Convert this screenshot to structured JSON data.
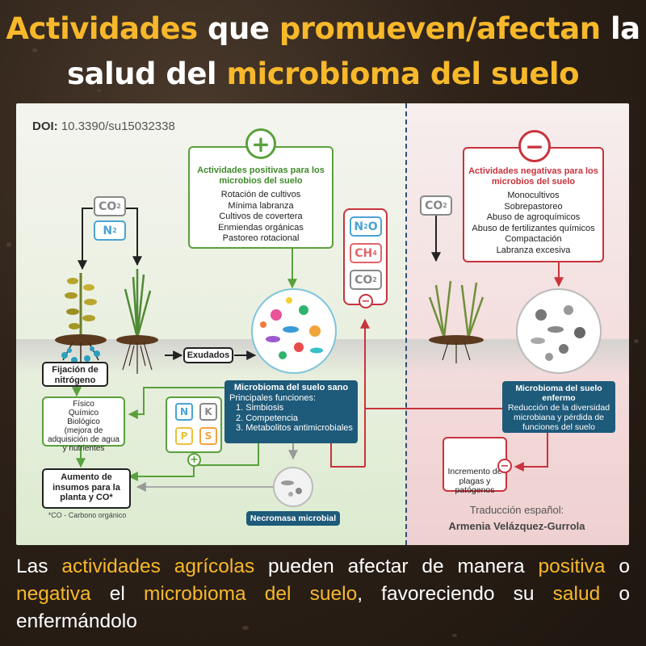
{
  "header": {
    "title_line1": [
      {
        "text": "Actividades",
        "highlight": true
      },
      {
        "text": " que ",
        "highlight": false
      },
      {
        "text": "promueven/afectan",
        "highlight": true
      },
      {
        "text": " la",
        "highlight": false
      }
    ],
    "title_line2": [
      {
        "text": "salud del ",
        "highlight": false
      },
      {
        "text": "microbioma del suelo",
        "highlight": true
      }
    ]
  },
  "doi": {
    "label": "DOI:",
    "value": "10.3390/su15032338"
  },
  "positive": {
    "symbol": "+",
    "title": "Actividades positivas para los microbios del suelo",
    "items": [
      "Rotación de cultivos",
      "Mínima labranza",
      "Cultivos de covertera",
      "Enmiendas orgánicas",
      "Pastoreo rotacional"
    ]
  },
  "negative": {
    "symbol": "−",
    "title": "Actividades negativas para los microbios del suelo",
    "items": [
      "Monocultivos",
      "Sobrepastoreo",
      "Abuso de agroquímicos",
      "Abuso de fertilizantes químicos",
      "Compactación",
      "Labranza excesiva"
    ]
  },
  "gases_left": [
    {
      "base": "CO",
      "sub": "2"
    },
    {
      "base": "N",
      "sub": "2"
    }
  ],
  "gases_emitted": [
    {
      "base": "N",
      "sub": "2",
      "tail": "O"
    },
    {
      "base": "CH",
      "sub": "4"
    },
    {
      "base": "CO",
      "sub": "2"
    }
  ],
  "gas_right": {
    "base": "CO",
    "sub": "2"
  },
  "exudados": "Exudados",
  "fijacion": "Fijación de nitrógeno",
  "benefits": [
    "Físico",
    "Químico",
    "Biológico",
    "(mejora de adquisición de agua y nutrientes"
  ],
  "nutrients": [
    "N",
    "K",
    "P",
    "S"
  ],
  "aumento": "Aumento de insumos para la planta y CO*",
  "footnote": "*CO - Carbono orgánico",
  "healthy": {
    "title": "Microbioma del suelo sano",
    "subtitle": "Principales funciones:",
    "functions": [
      "1. Simbiosis",
      "2. Competencia",
      "3. Metabolitos antimicrobiales"
    ]
  },
  "necromasa": "Necromasa microbial",
  "sick": {
    "title": "Microbioma del suelo enfermo",
    "text": "Reducción de la diversidad microbiana y pérdida de funciones del suelo"
  },
  "pests": "Incremento de plagas y patógenos",
  "credit": {
    "label": "Traducción español:",
    "name": "Armenia Velázquez-Gurrola"
  },
  "caption": [
    {
      "text": "Las ",
      "highlight": false
    },
    {
      "text": "actividades agrícolas",
      "highlight": true
    },
    {
      "text": " pueden afectar de manera ",
      "highlight": false
    },
    {
      "text": "positiva",
      "highlight": true
    },
    {
      "text": " o ",
      "highlight": false
    },
    {
      "text": "negativa",
      "highlight": true
    },
    {
      "text": " el ",
      "highlight": false
    },
    {
      "text": "microbioma del suelo",
      "highlight": true
    },
    {
      "text": ", favoreciendo su ",
      "highlight": false
    },
    {
      "text": "salud",
      "highlight": true
    },
    {
      "text": " o enfermándolo",
      "highlight": false
    }
  ],
  "colors": {
    "accent": "#f7b82a",
    "positive": "#5aa03c",
    "negative": "#c8333c",
    "navy": "#1e5a7a"
  }
}
